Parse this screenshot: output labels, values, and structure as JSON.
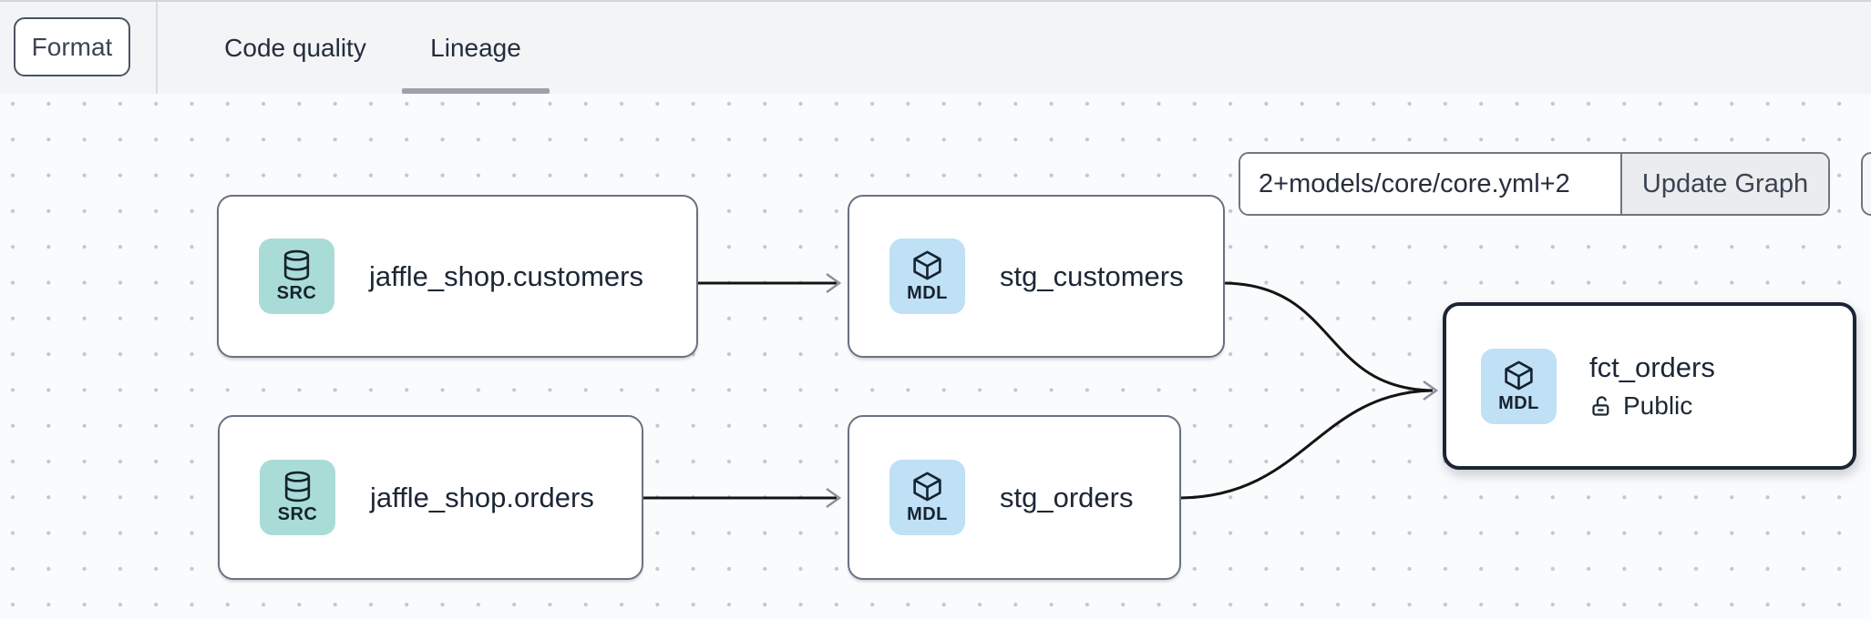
{
  "header": {
    "format_button": "Format",
    "tabs": [
      {
        "label": "Code quality",
        "active": false
      },
      {
        "label": "Lineage",
        "active": true
      }
    ]
  },
  "lineage_toolbar": {
    "selector_value": "2+models/core/core.yml+2",
    "update_button": "Update Graph"
  },
  "graph": {
    "nodes": [
      {
        "id": "source-jaffle-shop-customers",
        "badge": "SRC",
        "icon": "database-icon",
        "label": "jaffle_shop.customers",
        "selected": false
      },
      {
        "id": "model-stg-customers",
        "badge": "MDL",
        "icon": "cube-icon",
        "label": "stg_customers",
        "selected": false
      },
      {
        "id": "source-jaffle-shop-orders",
        "badge": "SRC",
        "icon": "database-icon",
        "label": "jaffle_shop.orders",
        "selected": false
      },
      {
        "id": "model-stg-orders",
        "badge": "MDL",
        "icon": "cube-icon",
        "label": "stg_orders",
        "selected": false
      },
      {
        "id": "model-fct-orders",
        "badge": "MDL",
        "icon": "cube-icon",
        "label": "fct_orders",
        "access": "Public",
        "selected": true
      }
    ],
    "edges": [
      {
        "from": "jaffle_shop.customers",
        "to": "stg_customers"
      },
      {
        "from": "jaffle_shop.orders",
        "to": "stg_orders"
      },
      {
        "from": "stg_customers",
        "to": "fct_orders"
      },
      {
        "from": "stg_orders",
        "to": "fct_orders"
      }
    ]
  },
  "colors": {
    "header_bg": "#f3f4f6",
    "canvas_bg": "#fafbfc",
    "dot_grid": "#c5c7ce",
    "source_badge_bg": "#a9dcd7",
    "model_badge_bg": "#bfe0f5",
    "node_border": "#6a7180",
    "selected_node_border": "#1b2533",
    "edge": "#141414",
    "arrowhead": "#8b919d",
    "tab_underline": "#9aa1ad",
    "text_dark": "#1c2736"
  }
}
